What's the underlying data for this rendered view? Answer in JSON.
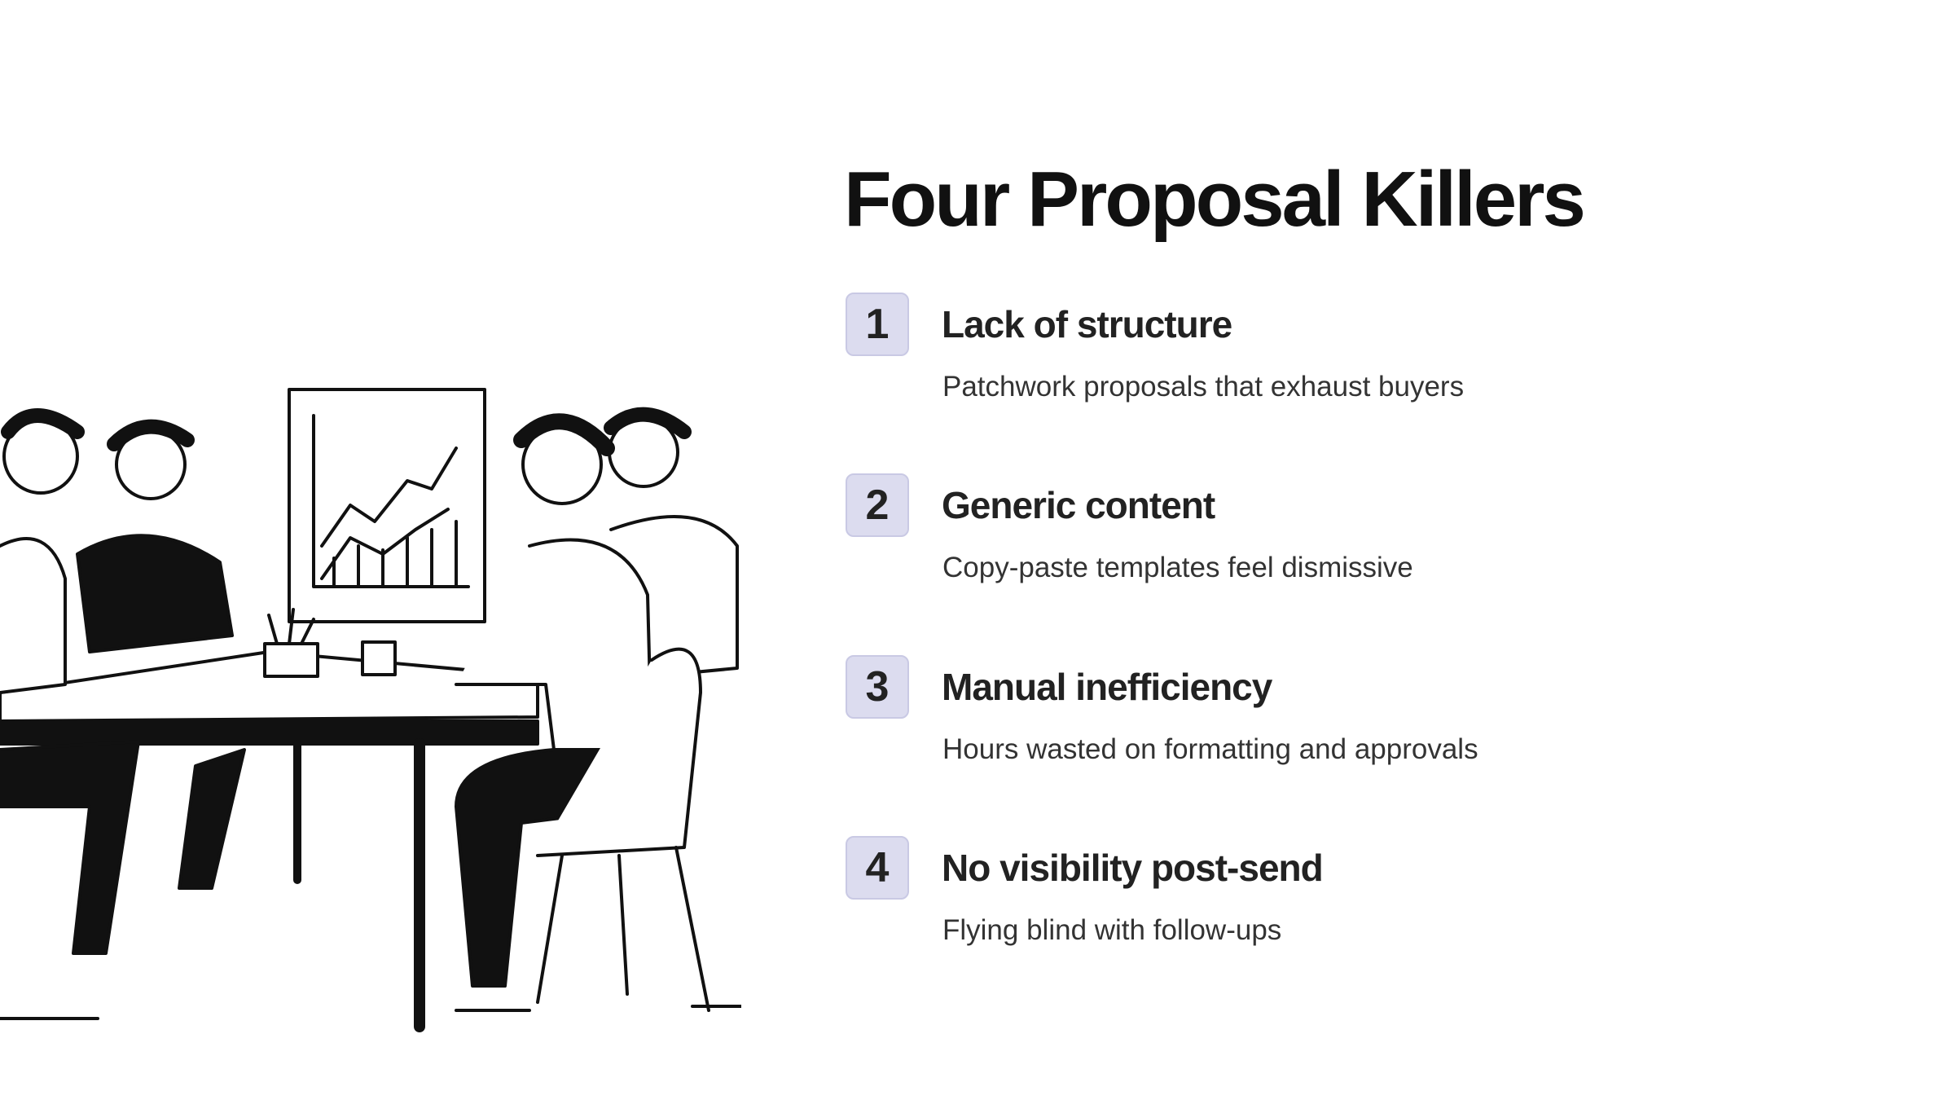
{
  "title": "Four Proposal Killers",
  "items": [
    {
      "number": "1",
      "title": "Lack of structure",
      "description": "Patchwork proposals that exhaust buyers"
    },
    {
      "number": "2",
      "title": "Generic content",
      "description": "Copy-paste templates feel dismissive"
    },
    {
      "number": "3",
      "title": "Manual inefficiency",
      "description": "Hours wasted on formatting and approvals"
    },
    {
      "number": "4",
      "title": "No visibility post-send",
      "description": "Flying blind with follow-ups"
    }
  ],
  "colors": {
    "badge_bg": "#dcdcef",
    "text": "#222222"
  }
}
